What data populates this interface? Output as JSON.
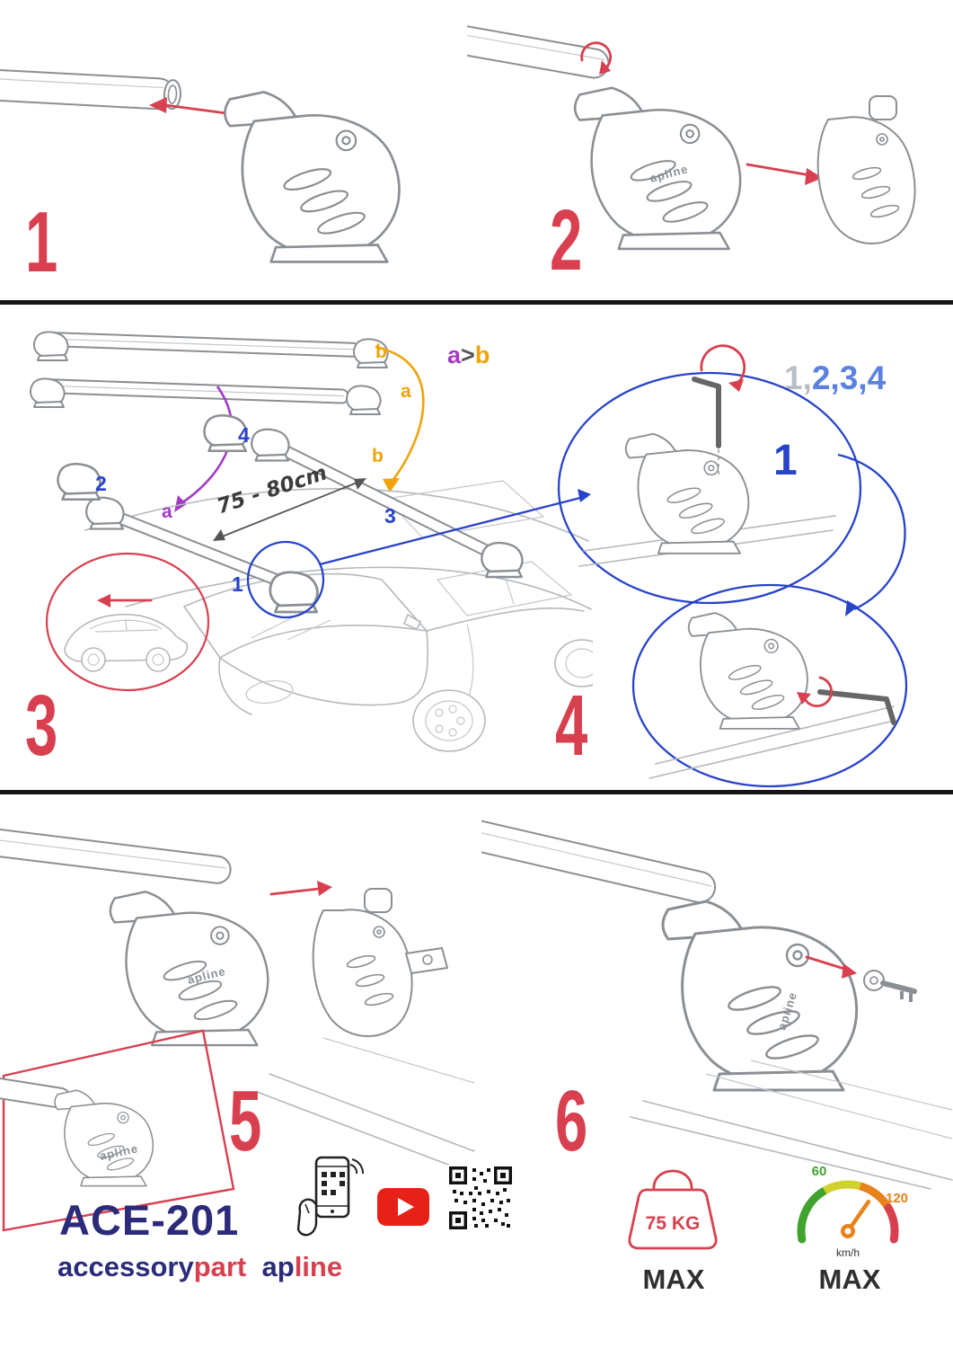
{
  "colors": {
    "red": "#d8404f",
    "blue": "#2743c9",
    "light_blue": "#5b82e0",
    "grey": "#b9bec4",
    "purple": "#a33bc6",
    "orange": "#f0a30a",
    "navy": "#2b2b7a",
    "youtube_red": "#e62117",
    "green": "#3fa32e",
    "speed_orange": "#e8821a"
  },
  "steps": {
    "n1": "1",
    "n2": "2",
    "n3": "3",
    "n4": "4",
    "n5": "5",
    "n6": "6"
  },
  "install": {
    "stacked_bar_b": "b",
    "stacked_bar_a": "a",
    "compare_a": "a",
    "compare_gt": ">",
    "compare_b": "b",
    "roof_b": "b",
    "roof_a": "a",
    "measurement": "75 - 80cm",
    "foot_1": "1",
    "foot_2": "2",
    "foot_3": "3",
    "foot_4": "4"
  },
  "tighten": {
    "seq_grey": "1,",
    "seq_blue": "2,3,4",
    "callout": "1"
  },
  "brand": {
    "logo": "apline"
  },
  "footer": {
    "model": "ACE-201",
    "brand_accessory": "accessory",
    "brand_part": "part",
    "brand_ap": "ap",
    "brand_line": "line",
    "weight_value": "75 KG",
    "weight_max": "MAX",
    "speed_min": "60",
    "speed_top": "120",
    "speed_unit": "km/h",
    "speed_max": "MAX"
  },
  "icons": {
    "phone_scan": "phone-qr-scan",
    "youtube": "youtube-play",
    "qr": "qr-code",
    "weight": "max-load-75kg",
    "speedometer": "max-speed"
  }
}
